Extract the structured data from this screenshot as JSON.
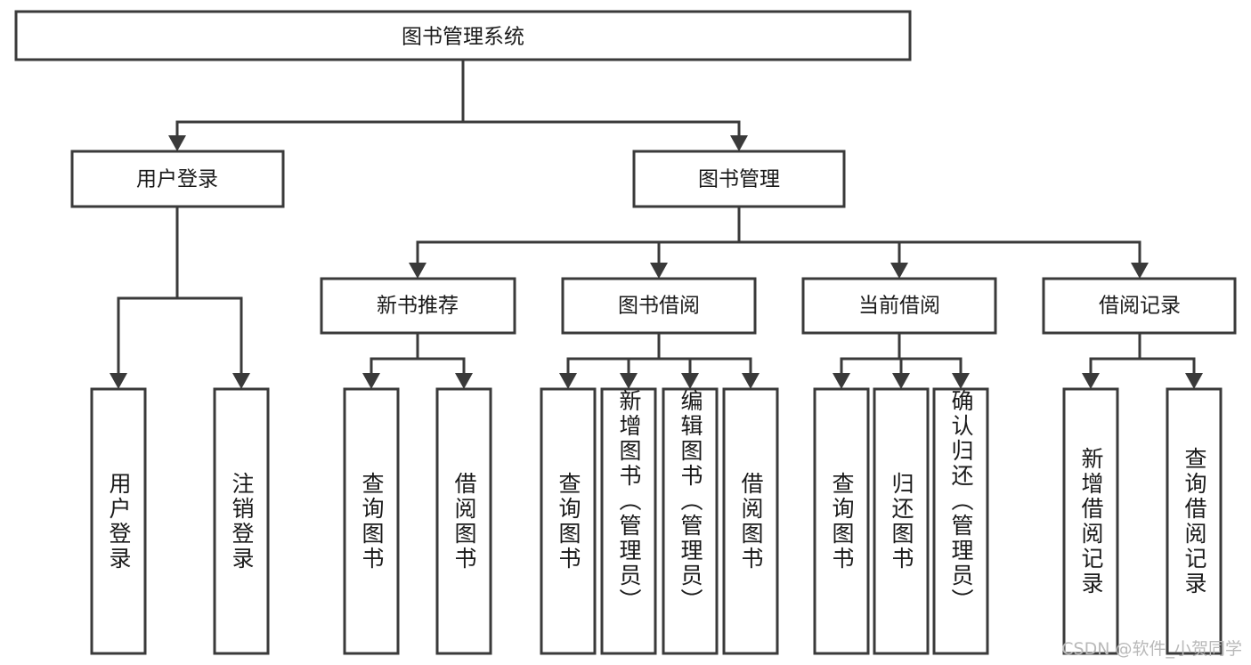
{
  "diagram": {
    "title": "图书管理系统",
    "type": "tree-hierarchy",
    "watermark": "CSDN @软件_小贺同学",
    "colors": {
      "stroke": "#3a3a3a",
      "fill": "#ffffff",
      "text": "#1a1a1a",
      "watermark": "#b9b9b9"
    },
    "levels": {
      "root": {
        "label": "图书管理系统"
      },
      "level2": [
        {
          "id": "user-login",
          "label": "用户登录"
        },
        {
          "id": "book-manage",
          "label": "图书管理"
        }
      ],
      "level3": [
        {
          "id": "new-book-recommend",
          "label": "新书推荐"
        },
        {
          "id": "book-borrow",
          "label": "图书借阅"
        },
        {
          "id": "current-borrow",
          "label": "当前借阅"
        },
        {
          "id": "borrow-record",
          "label": "借阅记录"
        }
      ],
      "leaves": {
        "user-login": [
          {
            "id": "leaf-user-login",
            "label": "用户登录"
          },
          {
            "id": "leaf-logout-login",
            "label": "注销登录"
          }
        ],
        "new-book-recommend": [
          {
            "id": "leaf-query-book-1",
            "label": "查询图书"
          },
          {
            "id": "leaf-borrow-book-1",
            "label": "借阅图书"
          }
        ],
        "book-borrow": [
          {
            "id": "leaf-query-book-2",
            "label": "查询图书"
          },
          {
            "id": "leaf-add-book",
            "label": "新增图书（管理员）"
          },
          {
            "id": "leaf-edit-book",
            "label": "编辑图书（管理员）"
          },
          {
            "id": "leaf-borrow-book-2",
            "label": "借阅图书"
          }
        ],
        "current-borrow": [
          {
            "id": "leaf-query-book-3",
            "label": "查询图书"
          },
          {
            "id": "leaf-return-book",
            "label": "归还图书"
          },
          {
            "id": "leaf-confirm-return",
            "label": "确认归还（管理员）"
          }
        ],
        "borrow-record": [
          {
            "id": "leaf-add-record",
            "label": "新增借阅记录"
          },
          {
            "id": "leaf-query-record",
            "label": "查询借阅记录"
          }
        ]
      }
    }
  }
}
